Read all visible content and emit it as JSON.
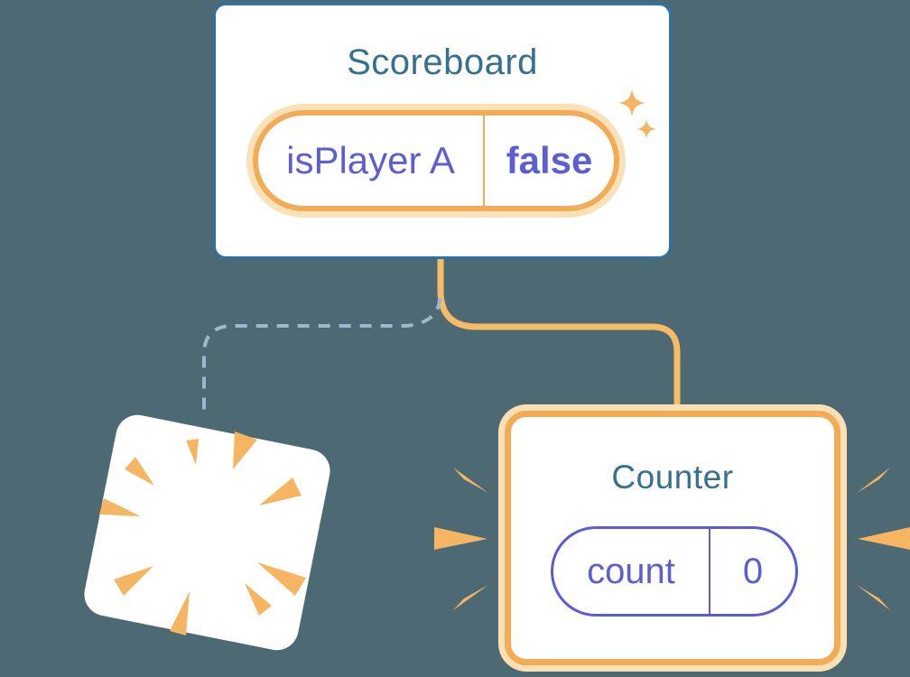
{
  "diagram_title": "React component tree state reset diagram",
  "scoreboard": {
    "title": "Scoreboard",
    "state_name": "isPlayer A",
    "state_value": "false",
    "state_highlighted": true
  },
  "counter": {
    "title": "Counter",
    "state_name": "count",
    "state_value": "0",
    "freshly_created": true
  },
  "poof": {
    "meaning": "removed component card"
  },
  "connectors": {
    "active_branch": "solid orange from Scoreboard to Counter",
    "removed_branch": "dashed blue from Scoreboard to removed card"
  },
  "icons": {
    "sparkles": "sparkles-icon",
    "poof_burst": "poof-burst-icon",
    "spark_rays_left": "spark-rays-left-icon",
    "spark_rays_right": "spark-rays-right-icon"
  },
  "colors": {
    "background": "#4D6A74",
    "card_border_blue": "#2C73A3",
    "heading_blue": "#35708F",
    "state_purple": "#5E5ED3",
    "pill_border_purple": "#5B5BD8",
    "highlight_orange": "#F1AC55",
    "highlight_orange_light": "#FAE1B8",
    "connector_orange": "#F6BB64",
    "dashed_connector_blue": "#9BB8CD",
    "burst_orange": "#F6B563",
    "card_white": "#FFFFFF"
  }
}
